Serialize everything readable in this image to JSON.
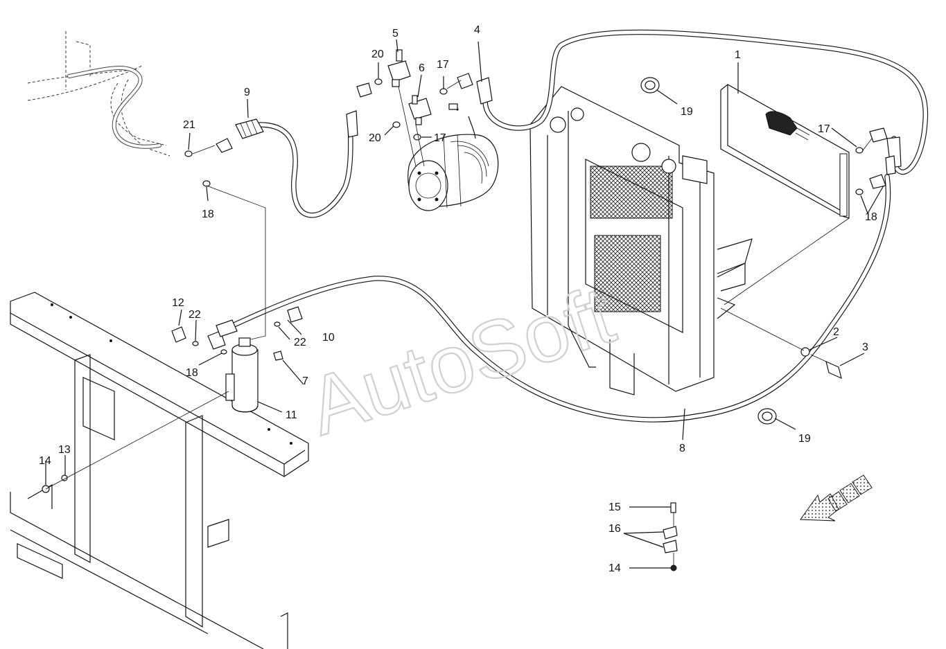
{
  "watermark": "AutoSoft",
  "callouts": [
    {
      "id": "c1",
      "label": "1"
    },
    {
      "id": "c2",
      "label": "2"
    },
    {
      "id": "c3",
      "label": "3"
    },
    {
      "id": "c4",
      "label": "4"
    },
    {
      "id": "c5",
      "label": "5"
    },
    {
      "id": "c6",
      "label": "6"
    },
    {
      "id": "c7",
      "label": "7"
    },
    {
      "id": "c8",
      "label": "8"
    },
    {
      "id": "c9",
      "label": "9"
    },
    {
      "id": "c10",
      "label": "10"
    },
    {
      "id": "c11",
      "label": "11"
    },
    {
      "id": "c12",
      "label": "12"
    },
    {
      "id": "c13",
      "label": "13"
    },
    {
      "id": "c14a",
      "label": "14"
    },
    {
      "id": "c14b",
      "label": "14"
    },
    {
      "id": "c15",
      "label": "15"
    },
    {
      "id": "c16",
      "label": "16"
    },
    {
      "id": "c17a",
      "label": "17"
    },
    {
      "id": "c17b",
      "label": "17"
    },
    {
      "id": "c17c",
      "label": "17"
    },
    {
      "id": "c18a",
      "label": "18"
    },
    {
      "id": "c18b",
      "label": "18"
    },
    {
      "id": "c18c",
      "label": "18"
    },
    {
      "id": "c19a",
      "label": "19"
    },
    {
      "id": "c19b",
      "label": "19"
    },
    {
      "id": "c20a",
      "label": "20"
    },
    {
      "id": "c20b",
      "label": "20"
    },
    {
      "id": "c21",
      "label": "21"
    },
    {
      "id": "c22a",
      "label": "22"
    },
    {
      "id": "c22b",
      "label": "22"
    }
  ],
  "colors": {
    "line": "#111111",
    "watermark": "#cfcfcf",
    "background": "#ffffff"
  }
}
